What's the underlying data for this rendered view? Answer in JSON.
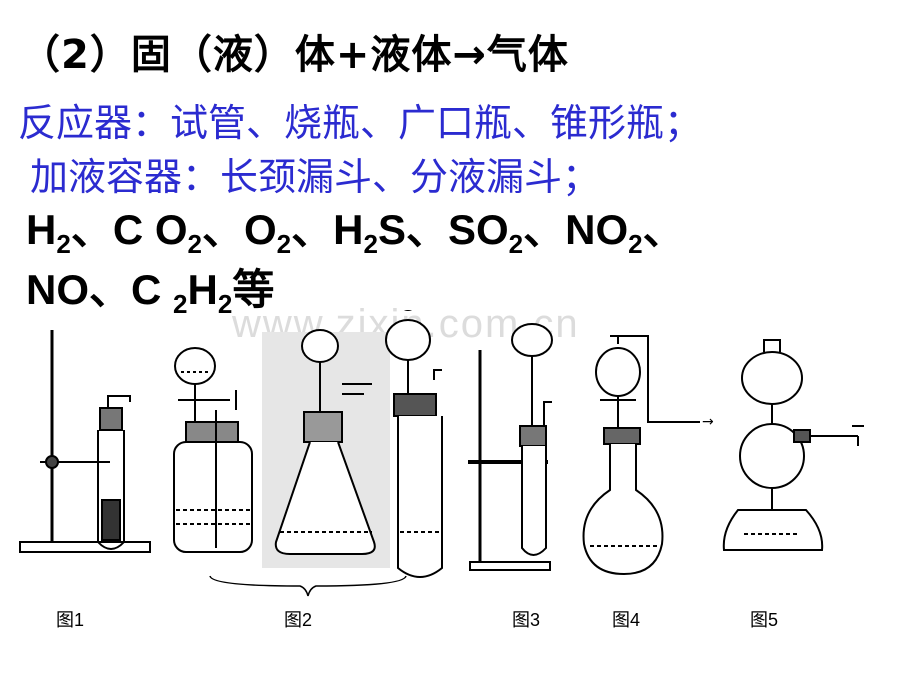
{
  "title": "（2）固（液）体+液体→气体",
  "reactor_line": "反应器：试管、烧瓶、广口瓶、锥形瓶；",
  "adder_line": "加液容器：长颈漏斗、分液漏斗；",
  "gases_line1": [
    {
      "t": "H"
    },
    {
      "s": "2"
    },
    {
      "t": "、C O"
    },
    {
      "s": "2"
    },
    {
      "t": "、O"
    },
    {
      "s": "2"
    },
    {
      "t": "、H"
    },
    {
      "s": "2"
    },
    {
      "t": "S、SO"
    },
    {
      "s": "2"
    },
    {
      "t": "、NO"
    },
    {
      "s": "2"
    },
    {
      "t": "、"
    }
  ],
  "gases_line2": [
    {
      "t": "NO、C "
    },
    {
      "s": "2"
    },
    {
      "t": "H"
    },
    {
      "s": "2"
    },
    {
      "t": "等"
    }
  ],
  "watermark": "www.zixin.com.cn",
  "figures": {
    "fig1": "图1",
    "fig2": "图2",
    "fig3": "图3",
    "fig4": "图4",
    "fig5": "图5"
  }
}
